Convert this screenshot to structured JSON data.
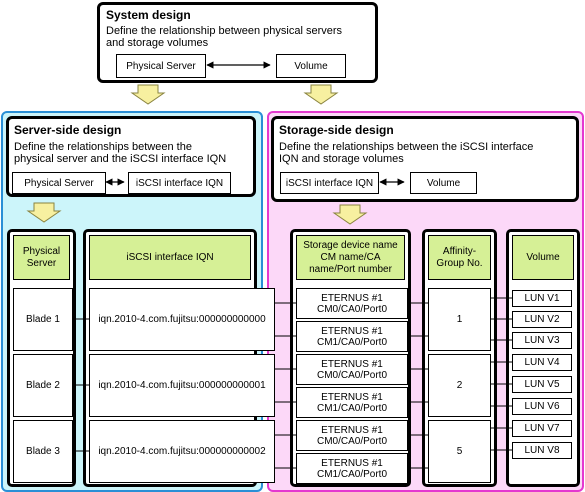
{
  "system": {
    "title": "System design",
    "desc_line1": "Define the relationship between physical servers",
    "desc_line2": "and storage volumes",
    "left_box": "Physical Server",
    "right_box": "Volume"
  },
  "server_side": {
    "title": "Server-side design",
    "desc_line1": "Define the relationships between the",
    "desc_line2": "physical server and the iSCSI interface IQN",
    "left_box": "Physical Server",
    "right_box": "iSCSI interface IQN"
  },
  "storage_side": {
    "title": "Storage-side design",
    "desc_line1": "Define the relationships between the iSCSI interface",
    "desc_line2": "IQN and storage volumes",
    "left_box": "iSCSI interface IQN",
    "right_box": "Volume"
  },
  "columns": {
    "physical_server": {
      "h1": "Physical",
      "h2": "Server"
    },
    "iqn": {
      "h1": "iSCSI interface IQN"
    },
    "storage_device": {
      "h1": "Storage device name",
      "h2": "CM name/CA",
      "h3": "name/Port number"
    },
    "affinity": {
      "h1": "Affinity-",
      "h2": "Group No."
    },
    "volume": {
      "h1": "Volume"
    }
  },
  "blades": [
    "Blade 1",
    "Blade 2",
    "Blade 3"
  ],
  "iqns": [
    "iqn.2010-4.com.fujitsu:000000000000",
    "iqn.2010-4.com.fujitsu:000000000001",
    "iqn.2010-4.com.fujitsu:000000000002"
  ],
  "ports": [
    {
      "l1": "ETERNUS #1",
      "l2": "CM0/CA0/Port0"
    },
    {
      "l1": "ETERNUS #1",
      "l2": "CM1/CA0/Port0"
    },
    {
      "l1": "ETERNUS #1",
      "l2": "CM0/CA0/Port0"
    },
    {
      "l1": "ETERNUS #1",
      "l2": "CM1/CA0/Port0"
    },
    {
      "l1": "ETERNUS #1",
      "l2": "CM0/CA0/Port0"
    },
    {
      "l1": "ETERNUS #1",
      "l2": "CM1/CA0/Port0"
    }
  ],
  "affinity_groups": [
    "1",
    "2",
    "5"
  ],
  "luns": [
    "LUN V1",
    "LUN V2",
    "LUN V3",
    "LUN V4",
    "LUN V5",
    "LUN V6",
    "LUN V7",
    "LUN V8"
  ],
  "colors": {
    "server_region": "#ccf5fa",
    "server_border": "#2a8fd6",
    "storage_region": "#fcd8f8",
    "storage_border": "#e438d0",
    "header_fill": "#d6f096",
    "arrow_fill": "#f7f0a0"
  }
}
